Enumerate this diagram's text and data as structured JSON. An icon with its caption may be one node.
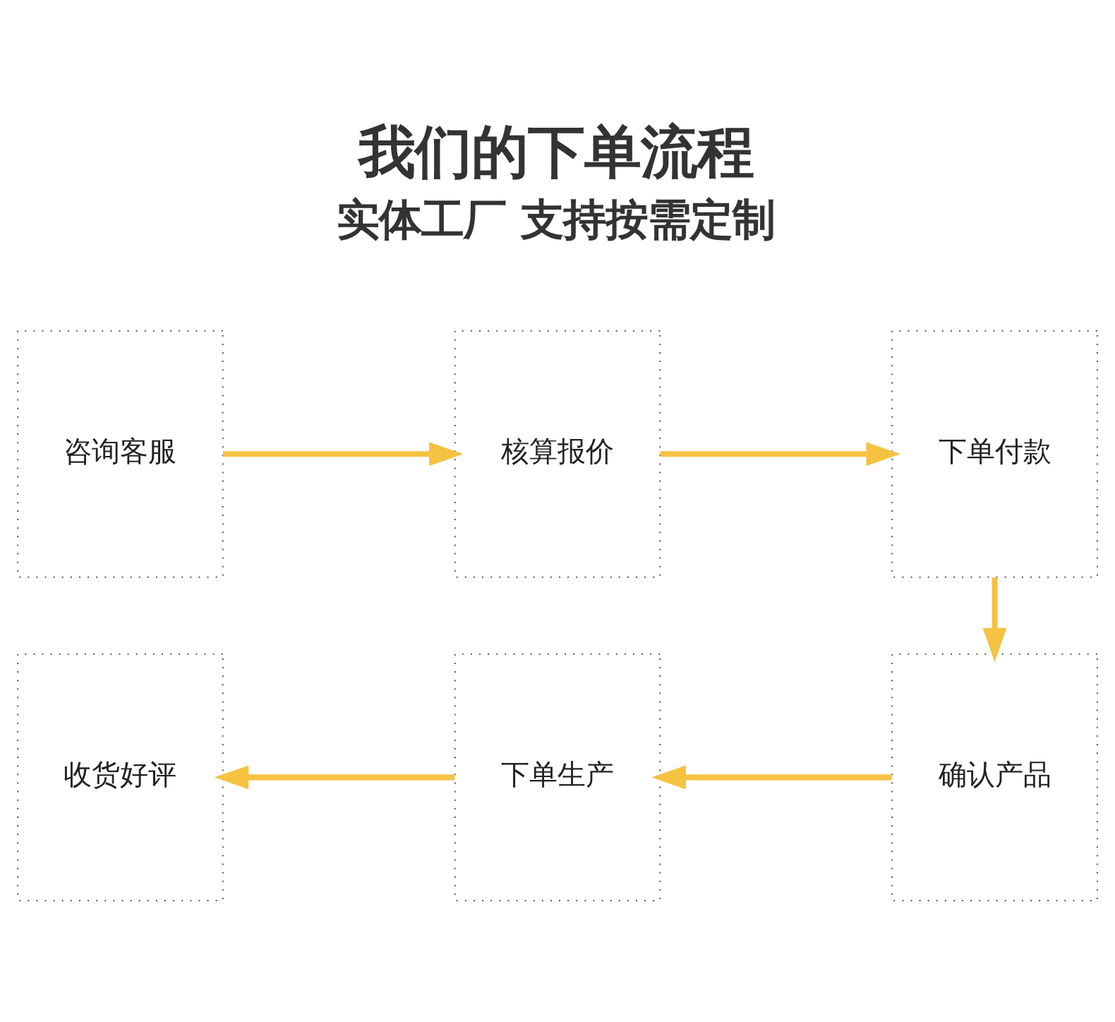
{
  "diagram": {
    "title": "我们的下单流程",
    "nodes": [
      {
        "text": [
          "咨询客服"
        ]
      },
      {
        "text": [
          "核算报价"
        ]
      },
      {
        "text": [
          "下单付款"
        ]
      },
      {
        "text": [
          "确认产品"
        ]
      },
      {
        "text": [
          "下单生产"
        ]
      },
      {
        "text": [
          "收货好评"
        ]
      }
    ],
    "edges": [
      {
        "from": 0,
        "to": 1,
        "arrow": "to"
      },
      {
        "from": 1,
        "to": 2,
        "arrow": "to"
      },
      {
        "from": 2,
        "to": 3,
        "arrow": "to"
      },
      {
        "from": 3,
        "to": 4,
        "arrow": "to"
      },
      {
        "from": 4,
        "to": 5,
        "arrow": "to"
      }
    ],
    "labels": [
      "实体工厂 支持按需定制"
    ]
  }
}
